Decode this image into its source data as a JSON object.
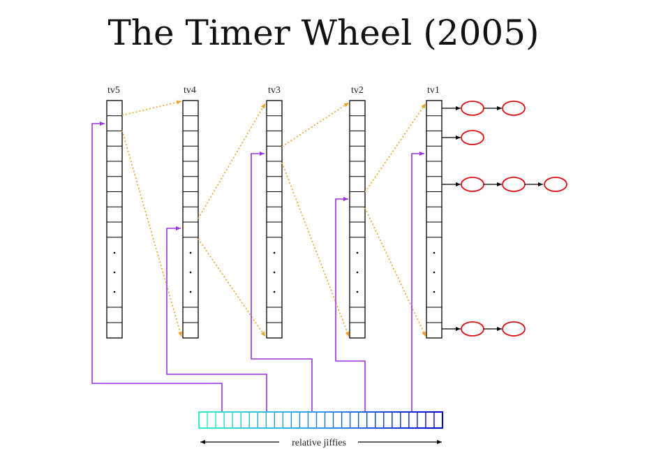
{
  "title": "The Timer Wheel (2005)",
  "vectors": [
    {
      "label": "tv5"
    },
    {
      "label": "tv4"
    },
    {
      "label": "tv3"
    },
    {
      "label": "tv2"
    },
    {
      "label": "tv1"
    }
  ],
  "axis_label": "relative jiffies",
  "colors": {
    "cascade_arrow": "#f0a020",
    "index_line": "#9933dd",
    "timer_node": "#dd1111",
    "bucket_border": "#000000",
    "jiffies_start": "#33eecc",
    "jiffies_end": "#0000cc"
  }
}
